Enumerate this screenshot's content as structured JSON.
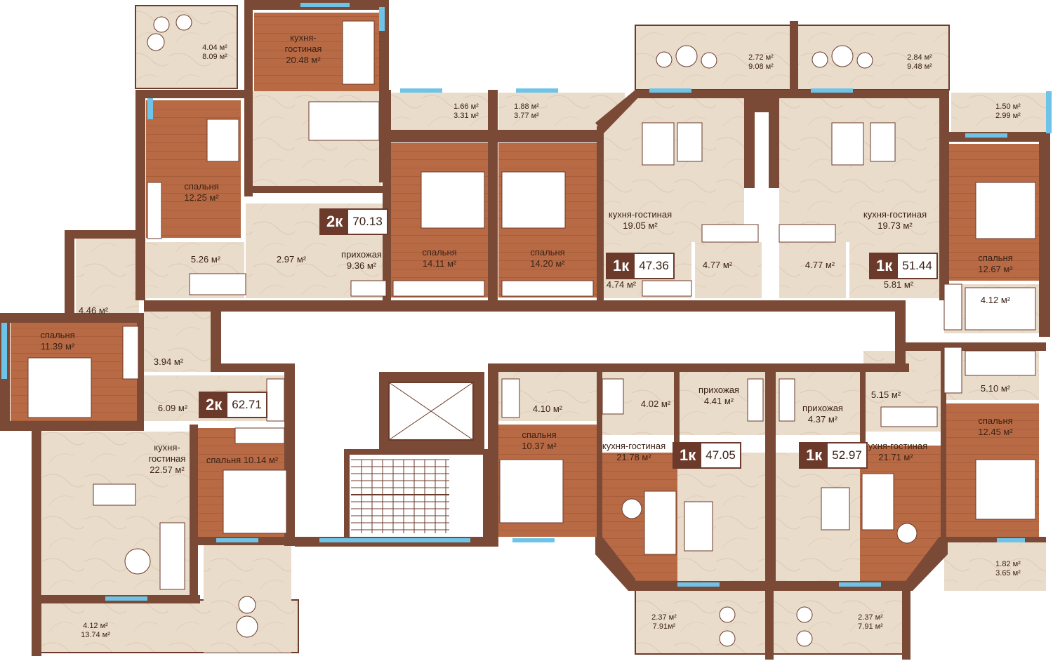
{
  "colors": {
    "wall": "#7b4a36",
    "floor_wood": "#b86a45",
    "floor_stone": "#eadccb",
    "window": "#6ec4e8",
    "label": "#3a2216"
  },
  "apartments": [
    {
      "type": "2к",
      "area": "70.13"
    },
    {
      "type": "1к",
      "area": "47.36"
    },
    {
      "type": "1к",
      "area": "51.44"
    },
    {
      "type": "2к",
      "area": "62.71"
    },
    {
      "type": "1к",
      "area": "47.05"
    },
    {
      "type": "1к",
      "area": "52.97"
    }
  ],
  "rooms": [
    {
      "name": "кухня-\nгостиная",
      "area": "20.48 м²"
    },
    {
      "name": "",
      "area": "4.04 м²\n8.09 м²"
    },
    {
      "name": "спальня",
      "area": "12.25 м²"
    },
    {
      "name": "",
      "area": "5.26 м²"
    },
    {
      "name": "",
      "area": "2.97 м²"
    },
    {
      "name": "прихожая",
      "area": "9.36 м²"
    },
    {
      "name": "",
      "area": "1.66 м²\n3.31 м²"
    },
    {
      "name": "спальня",
      "area": "14.11 м²"
    },
    {
      "name": "",
      "area": "1.88 м²\n3.77 м²"
    },
    {
      "name": "спальня",
      "area": "14.20 м²"
    },
    {
      "name": "",
      "area": "2.72 м²\n9.08 м²"
    },
    {
      "name": "кухня-гостиная",
      "area": "19.05 м²"
    },
    {
      "name": "",
      "area": "4.74 м²"
    },
    {
      "name": "",
      "area": "4.77 м²"
    },
    {
      "name": "",
      "area": "2.84 м²\n9.48 м²"
    },
    {
      "name": "кухня-гостиная",
      "area": "19.73 м²"
    },
    {
      "name": "",
      "area": "4.77 м²"
    },
    {
      "name": "",
      "area": "5.81 м²"
    },
    {
      "name": "",
      "area": "1.50 м²\n2.99 м²"
    },
    {
      "name": "спальня",
      "area": "12.67 м²"
    },
    {
      "name": "",
      "area": "4.12 м²"
    },
    {
      "name": "",
      "area": "4.46 м²"
    },
    {
      "name": "спальня",
      "area": "11.39 м²"
    },
    {
      "name": "",
      "area": "3.94 м²"
    },
    {
      "name": "",
      "area": "6.09 м²"
    },
    {
      "name": "кухня-\nгостиная",
      "area": "22.57 м²"
    },
    {
      "name": "спальня 10.14 м²",
      "area": ""
    },
    {
      "name": "",
      "area": "4.12 м²\n13.74 м²"
    },
    {
      "name": "",
      "area": "4.10 м²"
    },
    {
      "name": "спальня",
      "area": "10.37 м²"
    },
    {
      "name": "",
      "area": "4.02 м²"
    },
    {
      "name": "прихожая",
      "area": "4.41 м²"
    },
    {
      "name": "кухня-гостиная",
      "area": "21.78 м²"
    },
    {
      "name": "",
      "area": "2.37 м²\n7.91м²"
    },
    {
      "name": "прихожая",
      "area": "4.37 м²"
    },
    {
      "name": "",
      "area": "5.15 м²"
    },
    {
      "name": "кухня-гостиная",
      "area": "21.71 м²"
    },
    {
      "name": "",
      "area": "2.37 м²\n7.91 м²"
    },
    {
      "name": "",
      "area": "5.10 м²"
    },
    {
      "name": "спальня",
      "area": "12.45 м²"
    },
    {
      "name": "",
      "area": "1.82 м²\n3.65 м²"
    }
  ]
}
